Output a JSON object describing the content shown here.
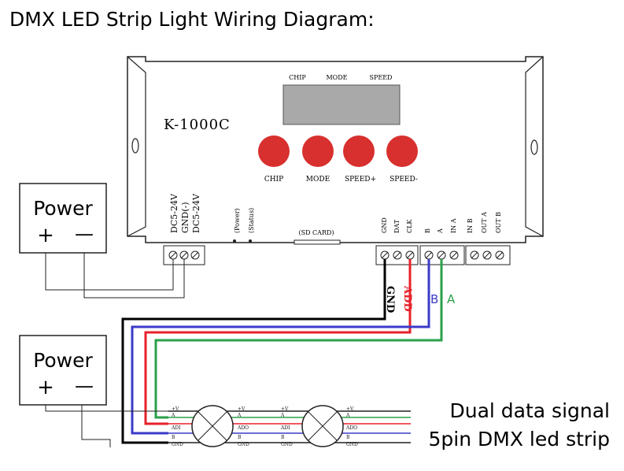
{
  "title": "DMX LED Strip Light Wiring Diagram:",
  "controller": {
    "model": "K-1000C",
    "display_labels": [
      "CHIP",
      "MODE",
      "SPEED"
    ],
    "buttons": [
      "CHIP",
      "MODE",
      "SPEED+",
      "SPEED-"
    ],
    "power_terminals": [
      "DC5-24V",
      "GND(-)",
      "DC5-24V"
    ],
    "indicators": [
      "(Power)",
      "(Status)"
    ],
    "sd_card": "(SD CARD)",
    "out_terminals": [
      "GND",
      "DAT",
      "CLK",
      "B",
      "A",
      "IN A",
      "IN B",
      "OUT A",
      "OUT B"
    ]
  },
  "power_supplies": [
    {
      "label": "Power",
      "plus": "+",
      "minus": "—"
    },
    {
      "label": "Power",
      "plus": "+",
      "minus": "—"
    }
  ],
  "wire_labels": {
    "gnd": "GND",
    "add": "ADD",
    "b": "B",
    "a": "A"
  },
  "strip_pins": {
    "left": [
      "+V",
      "A",
      "ADI",
      "B",
      "GND"
    ],
    "right": [
      "+V",
      "A",
      "ADO",
      "B",
      "GND"
    ]
  },
  "caption": {
    "line1": "Dual data signal",
    "line2": "5pin DMX led strip"
  },
  "colors": {
    "black_wire": "#000000",
    "red_wire": "#e8202a",
    "blue_wire": "#3b3bc8",
    "green_wire": "#2aa04a",
    "button_red": "#d7302e"
  }
}
